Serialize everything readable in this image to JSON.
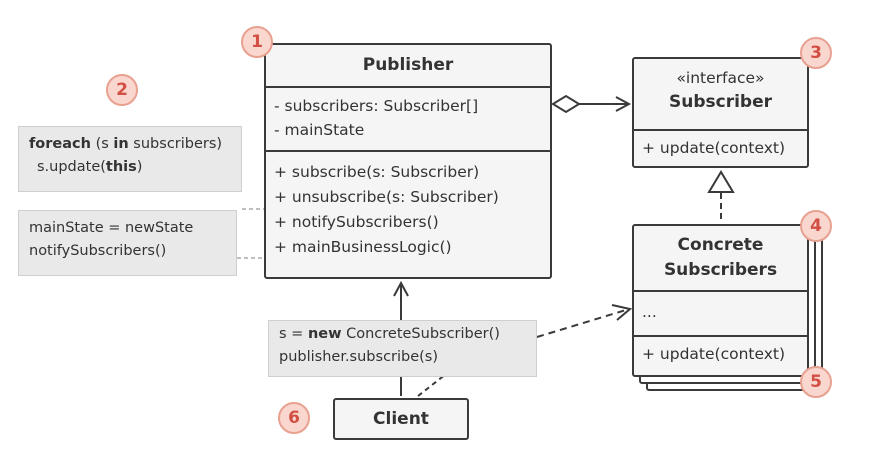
{
  "publisher": {
    "title": "Publisher",
    "fields": [
      "- subscribers: Subscriber[]",
      "- mainState"
    ],
    "methods": [
      "+ subscribe(s: Subscriber)",
      "+ unsubscribe(s: Subscriber)",
      "+ notifySubscribers()",
      "+ mainBusinessLogic()"
    ]
  },
  "subscriber": {
    "stereotype": "«interface»",
    "title": "Subscriber",
    "methods": [
      "+ update(context)"
    ]
  },
  "concrete": {
    "title_line1": "Concrete",
    "title_line2": "Subscribers",
    "fields": [
      "..."
    ],
    "methods": [
      "+ update(context)"
    ]
  },
  "client": {
    "title": "Client"
  },
  "notes": {
    "foreach": {
      "kw1": "foreach",
      "p1": " (s ",
      "kw2": "in",
      "p2": " subscribers)",
      "l2a": "s.update(",
      "kw3": "this",
      "l2b": ")"
    },
    "notify": {
      "line1": "mainState = newState",
      "line2": "notifySubscribers()"
    },
    "client": {
      "l1a": "s = ",
      "kw": "new",
      "l1b": " ConcreteSubscriber()",
      "line2": "publisher.subscribe(s)"
    }
  },
  "badges": [
    "1",
    "2",
    "3",
    "4",
    "5",
    "6"
  ],
  "colors": {
    "border": "#3a3a3a",
    "box_fill": "#f5f5f5",
    "note_fill": "#e9e9e9",
    "badge_fill": "#f9d7cf",
    "badge_text": "#d24f44"
  }
}
